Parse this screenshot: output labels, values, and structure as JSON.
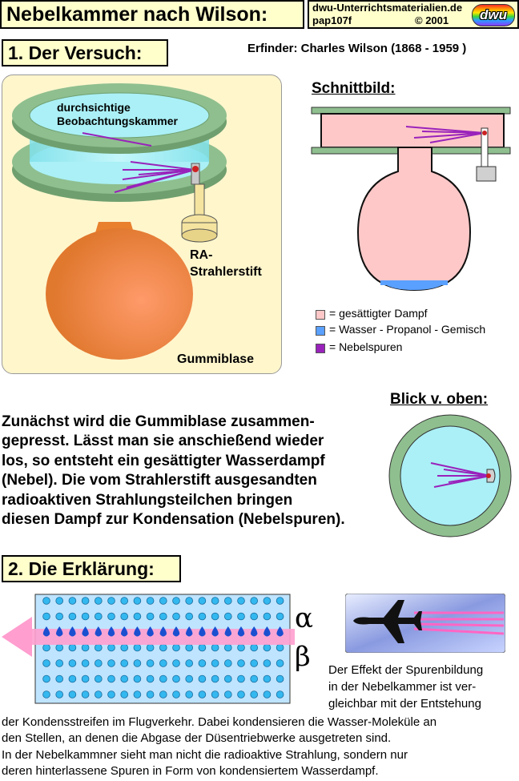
{
  "header": {
    "title": "Nebelkammer nach Wilson:",
    "brand_url": "dwu-Unterrichtsmaterialien.de",
    "code": "pap107f",
    "copyright": "© 2001",
    "logo_text": "dwu"
  },
  "section1": {
    "heading": "1. Der Versuch:",
    "inventor": "Erfinder: Charles Wilson (1868 - 1959 )",
    "labels": {
      "chamber_line1": "durchsichtige",
      "chamber_line2": "Beobachtungskammer",
      "source_line1": "RA-",
      "source_line2": "Strahlerstift",
      "bulb": "Gummiblase"
    },
    "cross_section_title": "Schnittbild:",
    "top_view_title": "Blick v. oben:",
    "legend": [
      {
        "color": "#ffc8c8",
        "text": "= gesättigter Dampf"
      },
      {
        "color": "#5aa0ff",
        "text": "= Wasser - Propanol - Gemisch"
      },
      {
        "color": "#9922bb",
        "text": "= Nebelspuren"
      }
    ],
    "paragraph": [
      "Zunächst wird die Gummiblase zusammen-",
      "gepresst. Lässt man sie anschießend wieder",
      "los, so entsteht ein gesättigter Wasserdampf",
      "(Nebel). Die vom Strahlerstift ausgesandten",
      "radioaktiven Strahlungsteilchen bringen",
      "diesen Dampf zur Kondensation (Nebelspuren)."
    ]
  },
  "section2": {
    "heading": "2. Die Erklärung:",
    "alpha": "α",
    "beta": "β",
    "side_text": [
      "Der Effekt der Spurenbildung",
      "in der Nebelkammer ist ver-",
      "gleichbar mit der Entstehung"
    ],
    "bottom_text": [
      "der Kondensstreifen im Flugverkehr. Dabei kondensieren die Wasser-Moleküle an",
      "den Stellen, an denen die Abgase der Düsentriebwerke ausgetreten sind.",
      "In der Nebelkammner sieht man nicht die radioaktive Strahlung, sondern nur",
      "deren hinterlassene Spuren in Form von kondensiertem Wasserdampf."
    ]
  },
  "colors": {
    "header_bg": "#ffffcc",
    "ring_green": "#8fbf8f",
    "chamber_cyan": "#aaf0f6",
    "bulb_orange": "#f0884a",
    "vapor_pink": "#ffc8c8",
    "liquid_blue": "#5aa0ff",
    "track_purple": "#9922bb",
    "beam_pink": "#ff9ecf"
  }
}
